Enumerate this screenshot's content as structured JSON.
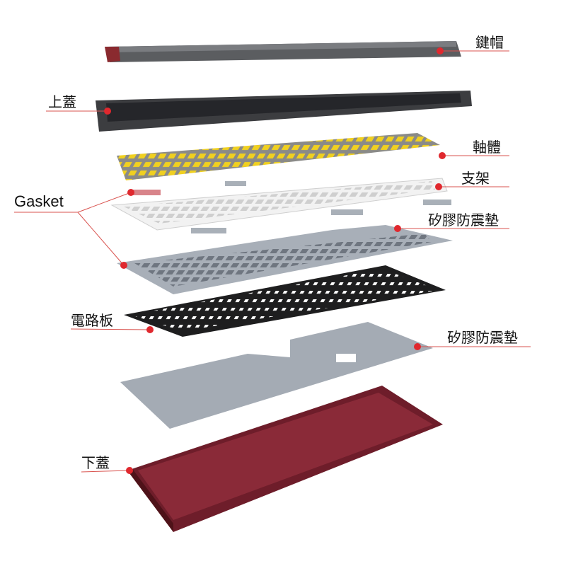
{
  "labels": {
    "keycaps": "鍵帽",
    "top_case": "上蓋",
    "switches": "軸體",
    "stabilizer": "支架",
    "gasket": "Gasket",
    "silicone_pad_upper": "矽膠防震墊",
    "pcb": "電路板",
    "silicone_pad_lower": "矽膠防震墊",
    "bottom_case": "下蓋"
  },
  "colors": {
    "accent": "#e0282e",
    "line": "#d9534f",
    "keycap": "#5b5d60",
    "top_case": "#3c3d40",
    "switch": "#e8c81e",
    "plate": "#eeeeee",
    "pad": "#9aa1aa",
    "pcb": "#1e1e1f",
    "bottom_case": "#6e1d2a"
  }
}
